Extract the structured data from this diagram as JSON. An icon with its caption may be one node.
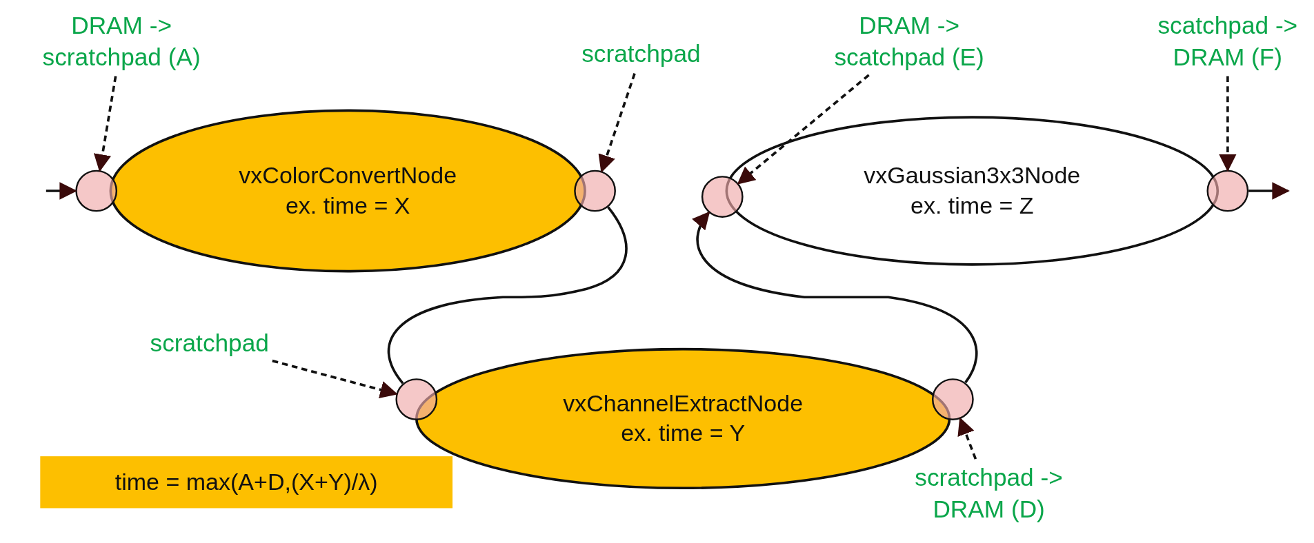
{
  "diagram": {
    "nodes": [
      {
        "text": [
          "vxColorConvertNode",
          "ex. time = X"
        ]
      },
      {
        "text": [
          "vxGaussian3x3Node",
          "ex. time = Z"
        ]
      },
      {
        "text": [
          "vxChannelExtractNode",
          "ex. time = Y"
        ]
      },
      {
        "text": [],
        "shape": "circle"
      },
      {
        "text": [],
        "shape": "circle"
      },
      {
        "text": [],
        "shape": "circle"
      },
      {
        "text": [],
        "shape": "circle"
      },
      {
        "text": [],
        "shape": "circle"
      },
      {
        "text": [],
        "shape": "circle"
      },
      {
        "text": [
          "DRAM -> scratchpad (A)"
        ]
      },
      {
        "text": [
          "scratchpad"
        ]
      },
      {
        "text": [
          "DRAM -> scatchpad (E)"
        ]
      },
      {
        "text": [
          "scatchpad -> DRAM (F)"
        ]
      },
      {
        "text": [
          "scratchpad"
        ]
      },
      {
        "text": [
          "scratchpad -> DRAM (D)"
        ]
      },
      {
        "text": [
          "time = max(A+D,(X+Y)/λ)"
        ]
      }
    ],
    "edges": [
      {
        "from": null,
        "to": 3,
        "arrow": "to"
      },
      {
        "from": 4,
        "to": 7,
        "arrow": "none"
      },
      {
        "from": 8,
        "to": 5,
        "arrow": "to"
      },
      {
        "from": 6,
        "to": null,
        "arrow": "to"
      },
      {
        "from": 9,
        "to": 3,
        "arrow": "to",
        "style": "dashed"
      },
      {
        "from": 10,
        "to": 4,
        "arrow": "to",
        "style": "dashed"
      },
      {
        "from": 11,
        "to": 5,
        "arrow": "to",
        "style": "dashed"
      },
      {
        "from": 12,
        "to": 6,
        "arrow": "to",
        "style": "dashed"
      },
      {
        "from": 13,
        "to": 7,
        "arrow": "to",
        "style": "dashed"
      },
      {
        "from": 14,
        "to": 8,
        "arrow": "to",
        "style": "dashed"
      }
    ]
  }
}
